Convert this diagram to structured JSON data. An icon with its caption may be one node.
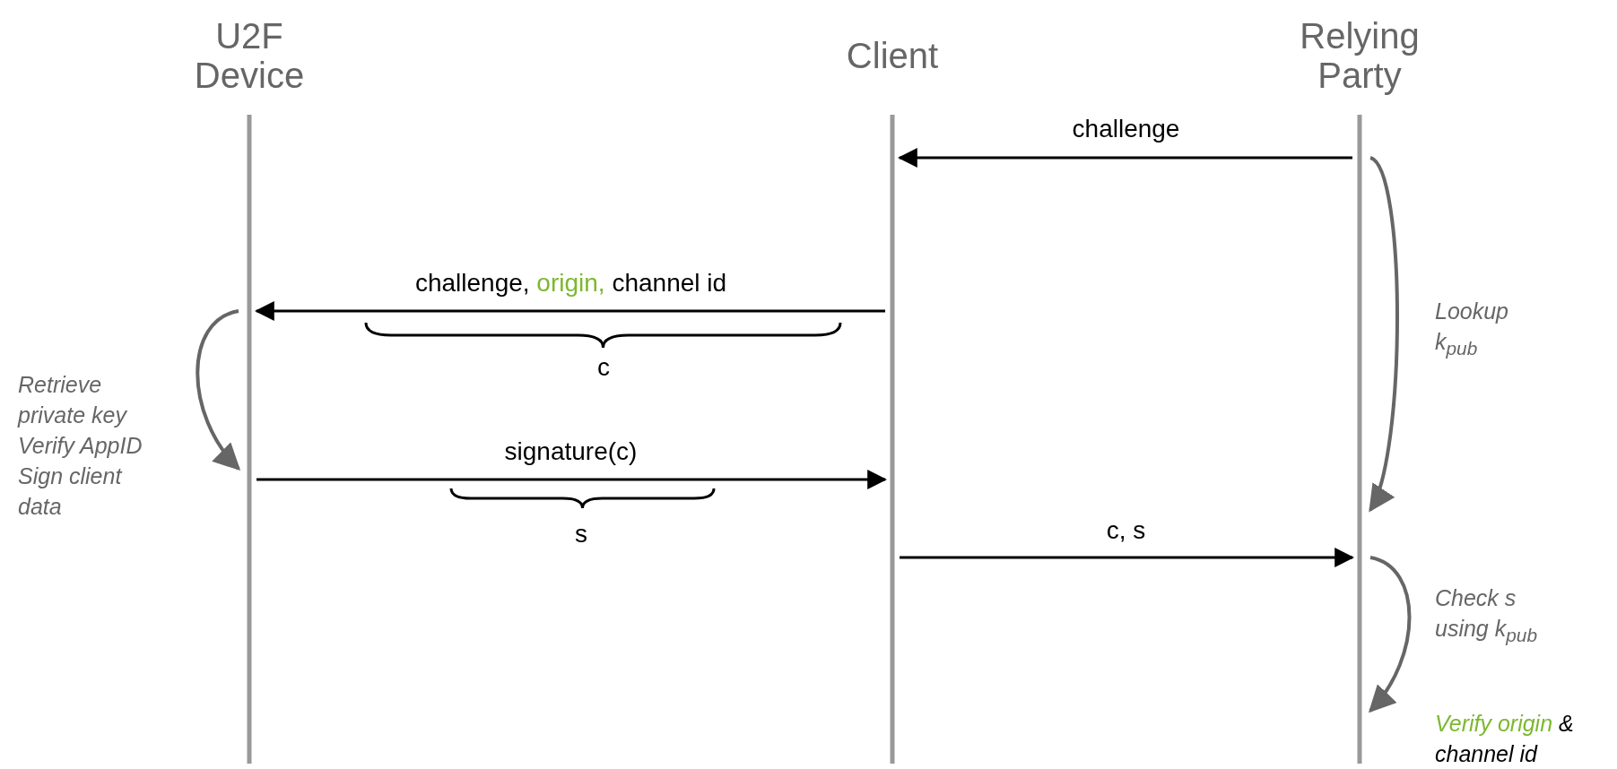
{
  "diagram": {
    "nodes": [
      {
        "text": [
          "U2F Device"
        ]
      },
      {
        "text": [
          "Client"
        ]
      },
      {
        "text": [
          "Relying Party"
        ]
      }
    ],
    "edges": [
      {
        "from": 2,
        "to": 1,
        "arrow": "to",
        "label": "challenge"
      },
      {
        "from": 2,
        "to": 2,
        "arrow": "to",
        "label": "Lookup k$_{pub}$",
        "color": "#666666"
      },
      {
        "from": 1,
        "to": 0,
        "arrow": "to",
        "label": "challenge, origin, channel id"
      },
      {
        "from": 0,
        "to": 0,
        "arrow": "to",
        "label": "Retrieve private key Verify AppID Sign client data",
        "color": "#666666"
      },
      {
        "from": 0,
        "to": 1,
        "arrow": "to",
        "label": "signature(c)"
      },
      {
        "from": 1,
        "to": 2,
        "arrow": "to",
        "label": "c, s"
      },
      {
        "from": 2,
        "to": 2,
        "arrow": "to",
        "label": "Check s using k$_{pub}$",
        "color": "#666666"
      }
    ],
    "labels": [
      "c",
      "s",
      "Verify origin & channel id"
    ]
  }
}
